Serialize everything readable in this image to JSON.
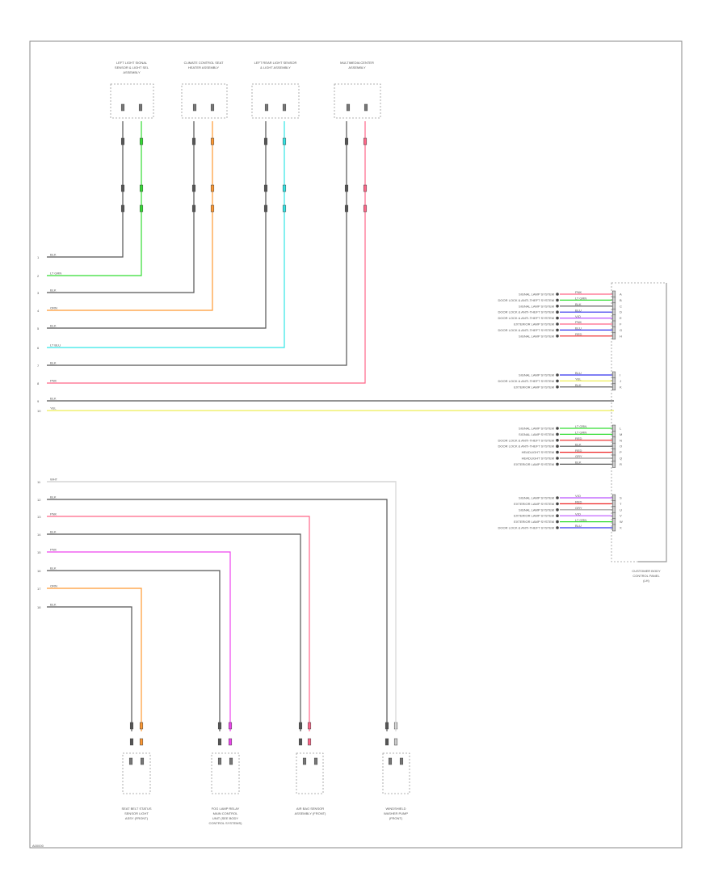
{
  "diagram": {
    "footer_code": "A00000",
    "left_pins": [
      "1",
      "2",
      "3",
      "4",
      "5",
      "6",
      "7",
      "8",
      "9",
      "10",
      "11",
      "12",
      "13",
      "14",
      "15",
      "16",
      "17",
      "18"
    ],
    "upper_wire_labels": [
      "BLK",
      "LT GRN",
      "BLK",
      "ORN",
      "BLK",
      "LT BLU",
      "BLK",
      "PNK",
      "BLK",
      "YEL"
    ],
    "lower_wire_labels": [
      "WHT",
      "BLK",
      "PNK",
      "BLK",
      "PNK",
      "BLK",
      "ORN",
      "BLK"
    ],
    "top_connectors": [
      {
        "title": "LEFT LIGHT SIGNAL SENSOR & LIGHT SEL ASSEMBLY"
      },
      {
        "title": "CLIMATE CONTROL SEAT HEATER ASSEMBLY"
      },
      {
        "title": "LEFT REAR LIGHT SENSOR & LIGHT ASSEMBLY"
      },
      {
        "title": "MULTIMEDIA CENTER ASSEMBLY"
      }
    ],
    "bottom_connectors": [
      {
        "title": "SEAT BELT STATUS SENSOR LIGHT ASSY (FRONT)"
      },
      {
        "title": "FOG LAMP RELAY MAIN CONTROL UNIT (SEE BODY CONTROL SYSTEMS)"
      },
      {
        "title": "AIR BAG SENSOR ASSEMBLY (FRONT)"
      },
      {
        "title": "WINDSHIELD WASHER PUMP (FRONT)"
      }
    ],
    "right_groups": [
      [
        {
          "desc": "SIGNAL LAMP SYSTEM",
          "wire": "PNK",
          "pin": "A"
        },
        {
          "desc": "DOOR LOCK & ANTI-THEFT SYSTEM",
          "wire": "LT GRN",
          "pin": "B"
        },
        {
          "desc": "SIGNAL LAMP SYSTEM",
          "wire": "BLK",
          "pin": "C"
        },
        {
          "desc": "DOOR LOCK & ANTI-THEFT SYSTEM",
          "wire": "BLU",
          "pin": "D"
        },
        {
          "desc": "DOOR LOCK & ANTI-THEFT SYSTEM",
          "wire": "VIO",
          "pin": "E"
        },
        {
          "desc": "EXTERIOR LAMP SYSTEM",
          "wire": "PNK",
          "pin": "F"
        },
        {
          "desc": "DOOR LOCK & ANTI-THEFT SYSTEM",
          "wire": "BLU",
          "pin": "G"
        },
        {
          "desc": "SIGNAL LAMP SYSTEM",
          "wire": "RED",
          "pin": "H"
        }
      ],
      [
        {
          "desc": "SIGNAL LAMP SYSTEM",
          "wire": "BLU",
          "pin": "I"
        },
        {
          "desc": "DOOR LOCK & ANTI-THEFT SYSTEM",
          "wire": "YEL",
          "pin": "J"
        },
        {
          "desc": "EXTERIOR LAMP SYSTEM",
          "wire": "BLK",
          "pin": "K"
        }
      ],
      [
        {
          "desc": "SIGNAL LAMP SYSTEM",
          "wire": "LT GRN",
          "pin": "L"
        },
        {
          "desc": "SIGNAL LAMP SYSTEM",
          "wire": "LT GRN",
          "pin": "M"
        },
        {
          "desc": "DOOR LOCK & ANTI-THEFT SYSTEM",
          "wire": "RED",
          "pin": "N"
        },
        {
          "desc": "DOOR LOCK & ANTI-THEFT SYSTEM",
          "wire": "BLK",
          "pin": "O"
        },
        {
          "desc": "HEADLIGHT SYSTEM",
          "wire": "RED",
          "pin": "P"
        },
        {
          "desc": "HEADLIGHT SYSTEM",
          "wire": "GRY",
          "pin": "Q"
        },
        {
          "desc": "EXTERIOR LAMP SYSTEM",
          "wire": "BLK",
          "pin": "R"
        }
      ],
      [
        {
          "desc": "SIGNAL LAMP SYSTEM",
          "wire": "VIO",
          "pin": "S"
        },
        {
          "desc": "EXTERIOR LAMP SYSTEM",
          "wire": "RED",
          "pin": "T"
        },
        {
          "desc": "SIGNAL LAMP SYSTEM",
          "wire": "GRY",
          "pin": "U"
        },
        {
          "desc": "EXTERIOR LAMP SYSTEM",
          "wire": "VIO",
          "pin": "V"
        },
        {
          "desc": "EXTERIOR LAMP SYSTEM",
          "wire": "LT GRN",
          "pin": "W"
        },
        {
          "desc": "DOOR LOCK & ANTI-THEFT SYSTEM",
          "wire": "BLU",
          "pin": "X"
        }
      ]
    ],
    "right_component": {
      "title": "CUSTOMER BODY CONTROL PANEL (LH)"
    },
    "wire_colors": {
      "black": "#555555",
      "green": "#33dd33",
      "orange": "#ff9933",
      "cyan": "#33e6e6",
      "pink": "#ff6688",
      "yellow": "#eeee55",
      "magenta": "#ee44ee",
      "white": "#cccccc",
      "blue": "#3333ee",
      "red": "#ee2222",
      "violet": "#bb55ff",
      "gray": "#999999"
    }
  }
}
